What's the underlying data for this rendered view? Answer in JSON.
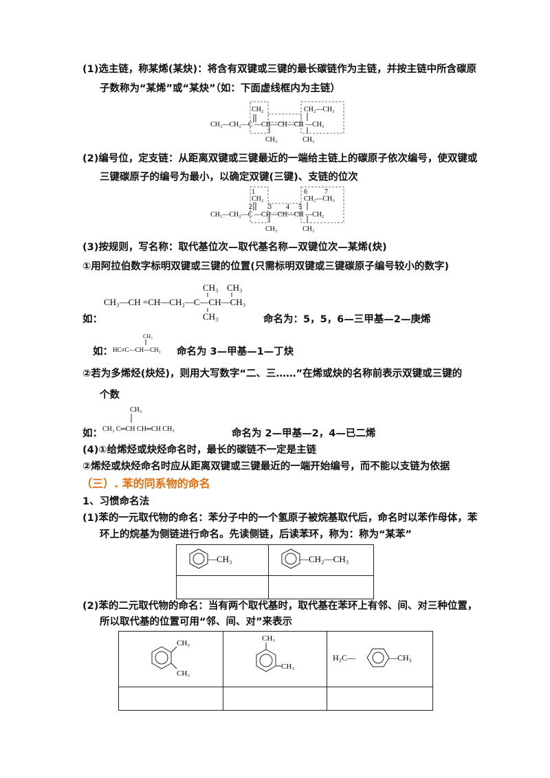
{
  "rule1": {
    "line1": "(1)选主链，称某烯(某炔)：将含有双键或三键的最长碳链作为主链，并按主链中所含碳原",
    "line2": "子数称为“某烯”或“某炔”（如：下面虚线框内为主链）"
  },
  "struct1": {
    "left": "CH₃—CH₂—C —CH—CH—CH —CH₃",
    "top1": "CH₂",
    "top2": "CH₂—CH₃",
    "bot1": "CH₃",
    "bot2": "CH₃"
  },
  "rule2": {
    "line1": "(2)编号位，定支链：从距离双键或三键最近的一端给主链上的碳原子依次编号，使双键或",
    "line2": "三键碳原子的编号为最小，以确定双键(三键)、支链的位次"
  },
  "struct2": {
    "n1": "1",
    "n2": "2",
    "n3": "3",
    "n4": "4",
    "n5": "5",
    "n6": "6",
    "n7": "7",
    "chain": "CH₃—CH₂—C —CH—CH—CH —CH₂",
    "top1": "CH₂",
    "top2": "CH₂—CH₃",
    "bot1": "CH₃",
    "bot2": "CH₃"
  },
  "rule3": {
    "title": "(3)按规则，写名称：取代基位次—取代基名称—双键位次—某烯(炔)",
    "sub1": "①用阿拉伯数字标明双键或三键的位置(只需标明双键或三键碳原子编号较小的数字)",
    "ex1_prefix": "如：",
    "ex1_formula": "CH₃—CH =CH—CH₂—C—CH—CH₃",
    "ex1_top1": "CH₃",
    "ex1_top2": "CH₃",
    "ex1_bottom": "CH₃",
    "ex1_name": "命名为：5，5，6—三甲基—2—庚烯",
    "ex2_prefix": "如：",
    "ex2_formula": "HC≡C—CH—CH₃",
    "ex2_top": "CH₃",
    "ex2_name": "命名为 3—甲基—1—丁炔",
    "sub2_line1": "②若为多烯烃(炔烃)，则用大写数字“二、三……”在烯或炔的名称前表示双键或三键的",
    "sub2_line2": "个数",
    "ex3_prefix": "如：",
    "ex3_formula": "CH₃   C═CH   CH═CH   CH₃",
    "ex3_top": "CH₃",
    "ex3_name": "命名为 2—甲基—2，4—已二烯"
  },
  "rule4": {
    "line1": "(4)①给烯烃或炔烃命名时，最长的碳链不一定是主链",
    "line2": "②烯烃或炔烃命名时应从距离双键或三键最近的一端开始编号，而不能以支链为依据"
  },
  "section3": {
    "title": "（三）. 苯的同系物的命名"
  },
  "habit": {
    "title": "1、习惯命名法"
  },
  "mono": {
    "line1": "(1)苯的一元取代物的命名：苯分子中的一个氢原子被烷基取代后，命名时以苯作母体，苯",
    "line2": "环上的烷基为侧链进行命名。先读侧链，后读苯环，称为：称为“某苯”",
    "cell1": "—CH₃",
    "cell2": "—CH₂—CH₃"
  },
  "di": {
    "line1": "(2)苯的二元取代物的命名：当有两个取代基时，取代基在苯环上有邻、间、对三种位置，",
    "line2": "所以取代基的位置可用“邻、间、对”来表示",
    "ch3": "CH₃",
    "para_left": "H₃C—",
    "para_right": "—CH₃"
  }
}
